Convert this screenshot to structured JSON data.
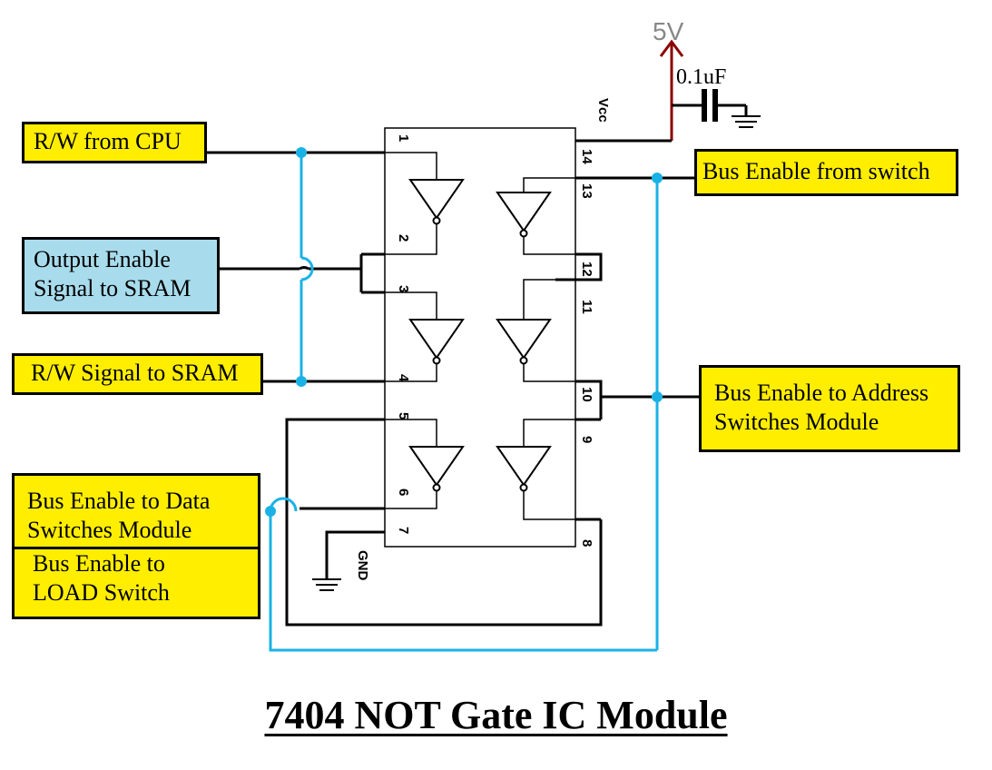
{
  "title": "7404 NOT Gate IC Module",
  "labels": {
    "rw_from_cpu": "R/W from CPU",
    "output_enable_1": "Output Enable",
    "output_enable_2": "Signal to SRAM",
    "rw_signal_sram": "R/W Signal to SRAM",
    "bus_enable_data_1": "Bus Enable to Data",
    "bus_enable_data_2": "Switches Module",
    "bus_enable_load_1": "Bus Enable to",
    "bus_enable_load_2": "LOAD Switch",
    "bus_enable_switch": "Bus Enable from switch",
    "bus_enable_addr_1": "Bus Enable to Address",
    "bus_enable_addr_2": "Switches Module"
  },
  "power": {
    "supply": "5V",
    "capacitor": "0.1uF",
    "vcc": "Vcc",
    "gnd": "GND"
  },
  "pins": {
    "left": [
      "1",
      "2",
      "3",
      "4",
      "5",
      "6",
      "7"
    ],
    "right": [
      "14",
      "13",
      "12",
      "11",
      "10",
      "9",
      "8"
    ]
  },
  "colors": {
    "wire": "#000000",
    "bus_wire": "#1ab2e6",
    "label_fill": "#ffee00",
    "label_fill_blue": "#a8dcec",
    "supply": "#8b0000"
  }
}
